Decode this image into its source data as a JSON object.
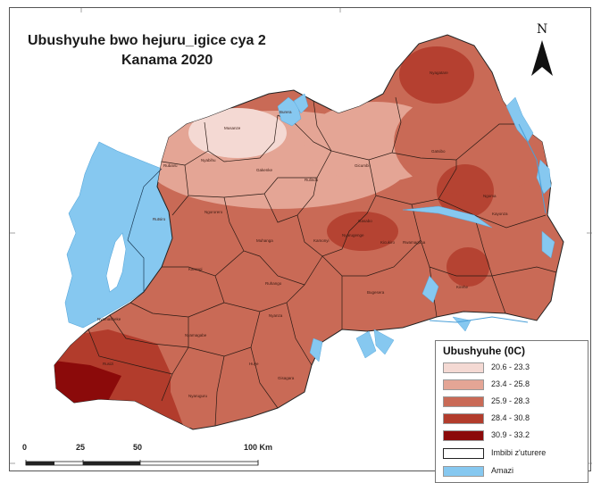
{
  "title": {
    "line1": "Ubushyuhe bwo hejuru_igice cya 2",
    "line2": "Kanama 2020"
  },
  "north_arrow": {
    "letter": "N",
    "icon": "north-arrow-icon"
  },
  "legend": {
    "title": "Ubushyuhe (0C)",
    "items": [
      {
        "label": "20.6 - 23.3",
        "color": "#f4d9d3"
      },
      {
        "label": "23.4 - 25.8",
        "color": "#e4a595"
      },
      {
        "label": "25.9 - 28.3",
        "color": "#c96a56"
      },
      {
        "label": "28.4 - 30.8",
        "color": "#b23c2c"
      },
      {
        "label": "30.9 - 33.2",
        "color": "#8b0a0a"
      },
      {
        "label": "Imbibi z'uturere",
        "color": "#ffffff"
      },
      {
        "label": "Amazi",
        "color": "#86c8f0"
      }
    ]
  },
  "scale_bar": {
    "labels": [
      "0",
      "25",
      "50",
      "100 Km"
    ]
  },
  "districts": [
    "Nyagatare",
    "Gatsibo",
    "Musanze",
    "Burera",
    "Nyabihu",
    "Gakenke",
    "Gicumbi",
    "Rubavu",
    "Rulindo",
    "Ngororero",
    "Ngoma",
    "Gasabo",
    "Nyarugenge",
    "Kicukiro",
    "Muhanga",
    "Kamonyi",
    "Rwamagana",
    "Kayonza",
    "Kirehe",
    "Bugesera",
    "Karongi",
    "Rutsiro",
    "Ruhango",
    "Nyanza",
    "Nyamagabe",
    "Huye",
    "Gisagara",
    "Nyamasheke",
    "Rusizi",
    "Nyaruguru"
  ]
}
